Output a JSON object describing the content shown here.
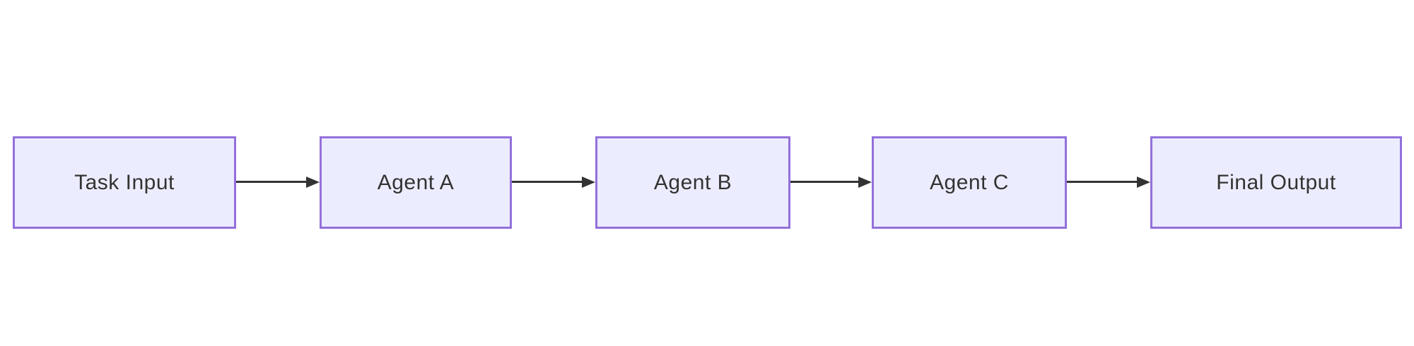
{
  "diagram": {
    "kind": "flowchart-left-to-right",
    "nodes": [
      {
        "label": "Task Input"
      },
      {
        "label": "Agent A"
      },
      {
        "label": "Agent B"
      },
      {
        "label": "Agent C"
      },
      {
        "label": "Final Output"
      }
    ],
    "edges": [
      {
        "from": "Task Input",
        "to": "Agent A"
      },
      {
        "from": "Agent A",
        "to": "Agent B"
      },
      {
        "from": "Agent B",
        "to": "Agent C"
      },
      {
        "from": "Agent C",
        "to": "Final Output"
      }
    ],
    "colors": {
      "background": "#ffffff",
      "node_fill": "#ececff",
      "node_border": "#9370db",
      "text": "#333333",
      "arrow": "#333333"
    }
  }
}
